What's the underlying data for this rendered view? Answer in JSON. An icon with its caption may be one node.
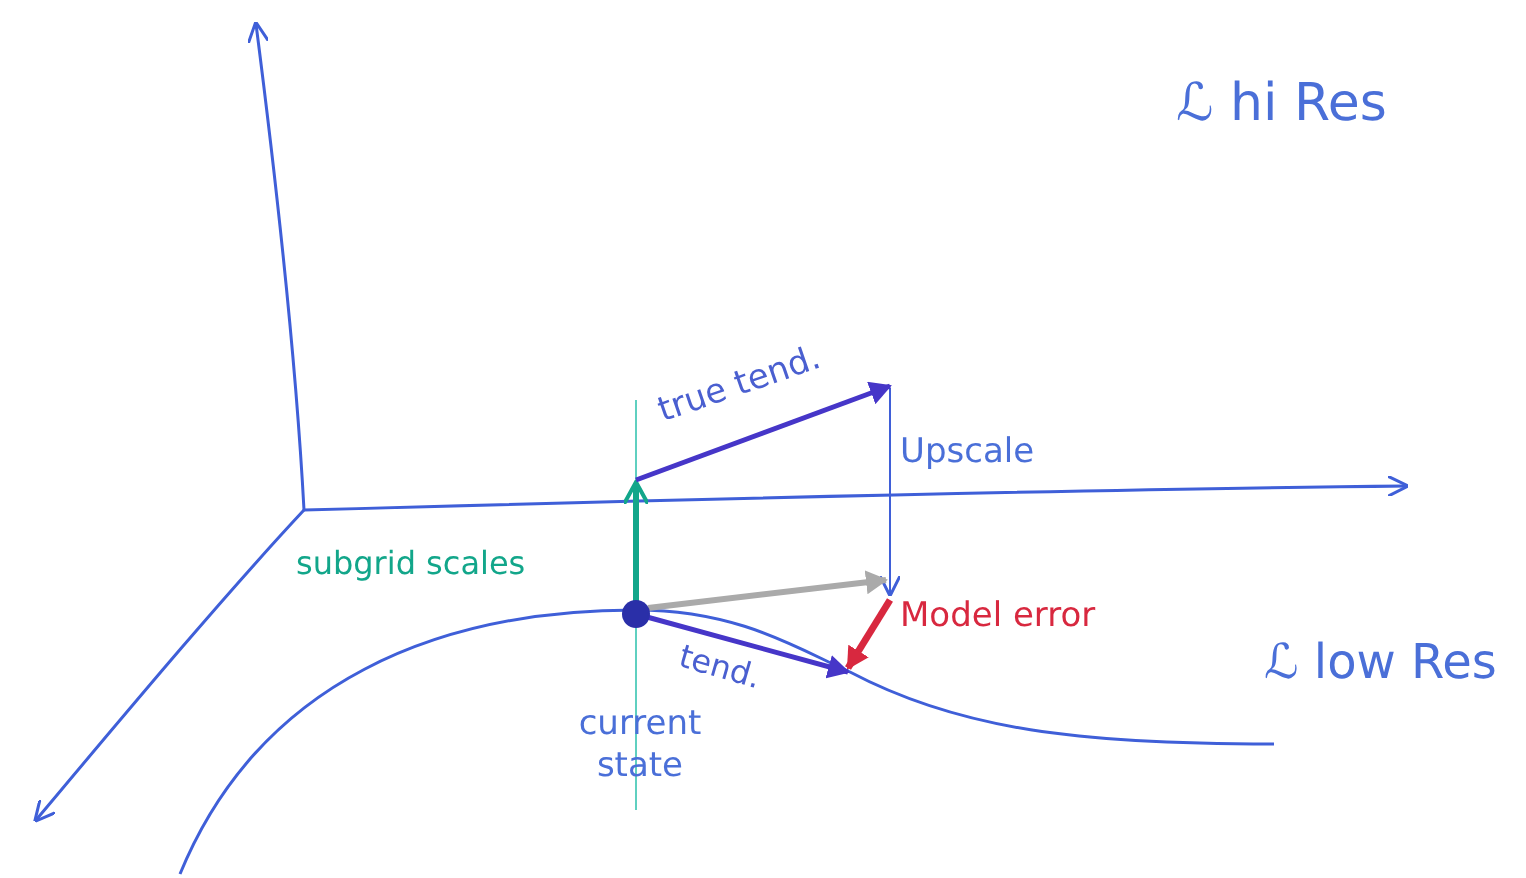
{
  "diagram": {
    "labels": [
      "ℒ hi Res",
      "true tend.",
      "Upscale",
      "subgrid scales",
      "Model error",
      "ℒ low Res",
      "tend.",
      "current state"
    ]
  }
}
